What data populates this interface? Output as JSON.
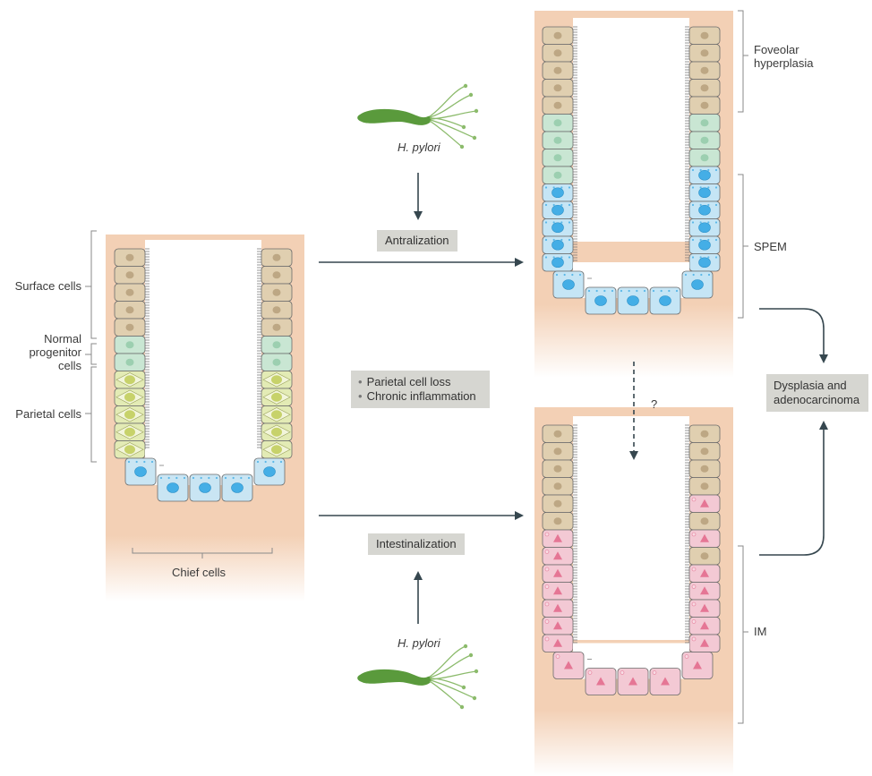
{
  "colors": {
    "tissue": "#f3d0b5",
    "surface_cell": "#e0cfb0",
    "surface_nucleus": "#bda784",
    "progenitor_cell": "#c9e6d3",
    "progenitor_nucleus": "#9ccfb0",
    "parietal_cell": "#e3ebb5",
    "parietal_nucleus": "#c7d26a",
    "chief_cell": "#c9e5f3",
    "chief_nucleus": "#44aee6",
    "spem_cell": "#c5e5f5",
    "goblet_cell": "#f3c9d4",
    "goblet_nucleus": "#e57695",
    "bacterium": "#5a9a3c",
    "flagella": "#8cbb6c",
    "arrow": "#36474f",
    "box": "#d6d6d1"
  },
  "left_gland": {
    "labels": {
      "surface": "Surface cells",
      "progenitor": "Normal progenitor cells",
      "parietal": "Parietal cells",
      "chief": "Chief cells"
    }
  },
  "top_path": {
    "organism": "H. pylori",
    "process": "Antralization",
    "labels": {
      "foveolar": "Foveolar hyperplasia",
      "spem": "SPEM"
    }
  },
  "middle": {
    "bullets": [
      "Parietal cell loss",
      "Chronic inflammation"
    ],
    "question": "?"
  },
  "bottom_path": {
    "organism": "H. pylori",
    "process": "Intestinalization",
    "labels": {
      "im": "IM"
    }
  },
  "outcome": "Dysplasia and adenocarcinoma",
  "icons": [
    "h-pylori-bacterium-icon",
    "arrow-right-icon",
    "arrow-up-icon",
    "arrow-down-icon",
    "dashed-arrow-down-icon"
  ]
}
